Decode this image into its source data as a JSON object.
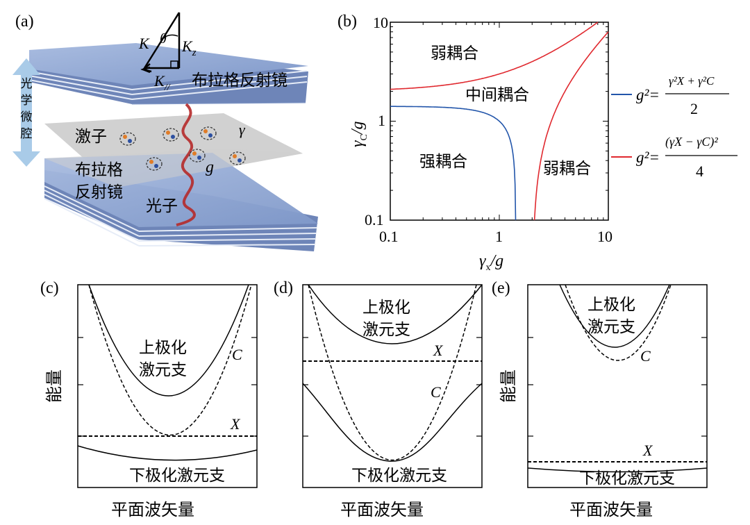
{
  "panel_a": {
    "label": "(a)",
    "K": "K",
    "theta": "θ",
    "Kz": "K",
    "Kz_sub": "z",
    "Kpar": "K",
    "Kpar_sub": "//",
    "mirror_top": "布拉格反射镜",
    "mirror_bottom_1": "布拉格",
    "mirror_bottom_2": "反射镜",
    "cavity": [
      "光",
      "学",
      "微",
      "腔"
    ],
    "exciton": "激子",
    "gamma": "γ",
    "g": "g",
    "photon": "光子"
  },
  "panel_b": {
    "label": "(b)",
    "region_weak_top": "弱耦合",
    "region_mid": "中间耦合",
    "region_strong": "强耦合",
    "region_weak_right": "弱耦合",
    "ylabel_gamma": "γ",
    "ylabel_sub": "C",
    "ylabel_rest": "/g",
    "xlabel_gamma": "γ",
    "xlabel_sub": "x",
    "xlabel_rest": "/g",
    "ticks": [
      "0.1",
      "1",
      "10"
    ],
    "legend": [
      {
        "color": "#2255aa",
        "lhs": "g²=",
        "num": "γ²X + γ²C",
        "den": "2"
      },
      {
        "color": "#e0282e",
        "lhs": "g²=",
        "num": "(γX − γC)²",
        "den": "4"
      }
    ]
  },
  "panel_c": {
    "label": "(c)",
    "upper_1": "上极化",
    "upper_2": "激元支",
    "C": "C",
    "X": "X",
    "lower": "下极化激元支",
    "ylabel": "能量",
    "xlabel": "平面波矢量"
  },
  "panel_d": {
    "label": "(d)",
    "upper_1": "上极化",
    "upper_2": "激元支",
    "C": "C",
    "X": "X",
    "lower": "下极化激元支",
    "xlabel": "平面波矢量"
  },
  "panel_e": {
    "label": "(e)",
    "upper_1": "上极化",
    "upper_2": "激元支",
    "C": "C",
    "X": "X",
    "lower": "下极化激元支",
    "ylabel": "能量",
    "xlabel": "平面波矢量"
  },
  "chart_data": {
    "type": "line",
    "xscale": "log",
    "yscale": "log",
    "xlim": [
      0.1,
      10
    ],
    "ylim": [
      0.1,
      10
    ],
    "series": [
      {
        "name": "g²=(γX²+γC²)/2",
        "x": [
          0.1,
          0.5,
          1.0,
          1.3,
          1.4,
          1.414
        ],
        "y": [
          1.41,
          1.32,
          1.0,
          0.56,
          0.28,
          0.1
        ]
      },
      {
        "name": "g²=(γX−γC)²/4",
        "x": [
          0.1,
          0.5,
          1.0,
          2.0,
          4.0,
          8.0
        ],
        "y": [
          2.1,
          2.5,
          3.0,
          4.0,
          6.0,
          10.0
        ]
      },
      {
        "name": "g²=(γX−γC)²/4",
        "x": [
          2.1,
          2.5,
          4.0,
          6.0,
          8.0,
          10.0
        ],
        "y": [
          0.1,
          0.5,
          2.0,
          4.0,
          6.0,
          8.0
        ]
      }
    ],
    "colors": {
      "blue": "#2255aa",
      "red": "#e0282e"
    }
  }
}
